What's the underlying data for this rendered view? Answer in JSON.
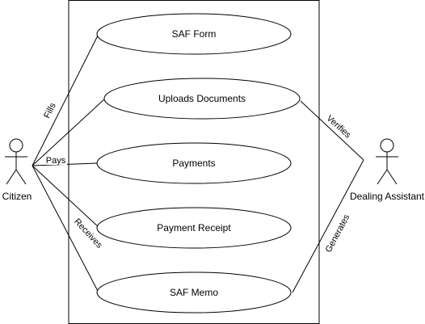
{
  "actors": {
    "citizen": {
      "label": "Citizen"
    },
    "dealing_assistant": {
      "label": "Dealing Assistant"
    }
  },
  "use_cases": [
    {
      "label": "SAF Form"
    },
    {
      "label": "Uploads Documents"
    },
    {
      "label": "Payments"
    },
    {
      "label": "Payment Receipt"
    },
    {
      "label": "SAF Memo"
    }
  ],
  "edges": {
    "fills": "Fills",
    "pays": "Pays",
    "receives": "Receives",
    "verifies": "Verifies",
    "generates": "Generates"
  }
}
